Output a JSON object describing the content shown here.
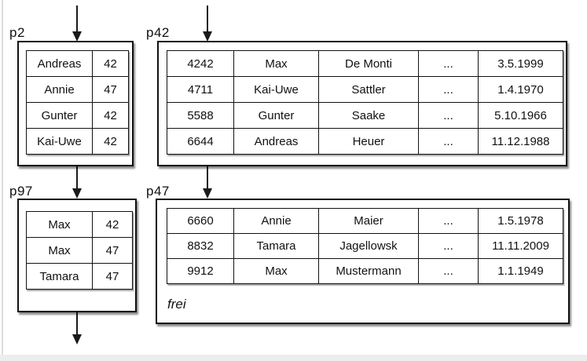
{
  "diagram": {
    "title": "index and data pages",
    "colors": {
      "border": "#111111",
      "background": "#ffffff",
      "arrow": "#1a1a1a",
      "edge_line": "#dcdcdc",
      "bottom_strip": "#ededed"
    },
    "edges": [
      {
        "from": "external-top",
        "to": "p2"
      },
      {
        "from": "external-top",
        "to": "p42"
      },
      {
        "from": "p2",
        "to": "p97"
      },
      {
        "from": "p42",
        "to": "p47"
      },
      {
        "from": "p97",
        "to": "external-bottom"
      }
    ],
    "pages": {
      "p2": {
        "label": "p2",
        "rows": [
          [
            "Andreas",
            "42"
          ],
          [
            "Annie",
            "47"
          ],
          [
            "Gunter",
            "42"
          ],
          [
            "Kai-Uwe",
            "42"
          ]
        ]
      },
      "p42": {
        "label": "p42",
        "rows": [
          [
            "4242",
            "Max",
            "De Monti",
            "...",
            "3.5.1999"
          ],
          [
            "4711",
            "Kai-Uwe",
            "Sattler",
            "...",
            "1.4.1970"
          ],
          [
            "5588",
            "Gunter",
            "Saake",
            "...",
            "5.10.1966"
          ],
          [
            "6644",
            "Andreas",
            "Heuer",
            "...",
            "11.12.1988"
          ]
        ]
      },
      "p97": {
        "label": "p97",
        "rows": [
          [
            "Max",
            "42"
          ],
          [
            "Max",
            "47"
          ],
          [
            "Tamara",
            "47"
          ]
        ]
      },
      "p47": {
        "label": "p47",
        "rows": [
          [
            "6660",
            "Annie",
            "Maier",
            "...",
            "1.5.1978"
          ],
          [
            "8832",
            "Tamara",
            "Jagellowsk",
            "...",
            "11.11.2009"
          ],
          [
            "9912",
            "Max",
            "Mustermann",
            "...",
            "1.1.1949"
          ]
        ],
        "free_label": "frei"
      }
    }
  }
}
